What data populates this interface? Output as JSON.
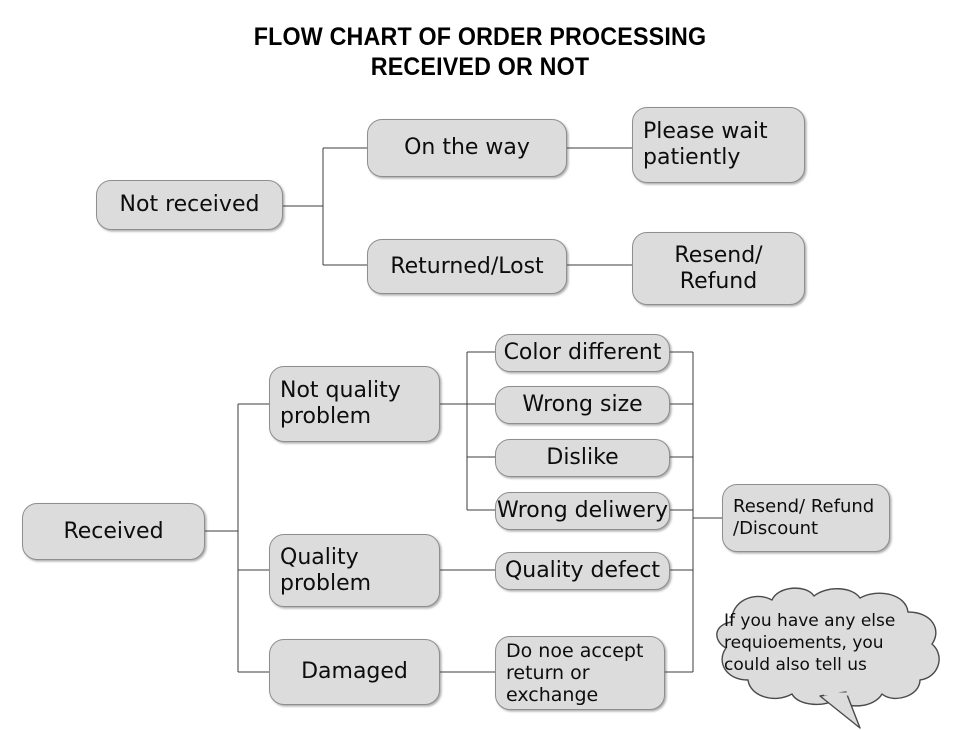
{
  "title": {
    "line1": "FLOW CHART OF ORDER PROCESSING",
    "line2": "RECEIVED OR NOT",
    "text": "FLOW CHART OF ORDER PROCESSING\nRECEIVED OR NOT"
  },
  "colors": {
    "node_fill": "#dcdcdc",
    "node_border": "#8e8e8e",
    "connector": "#3d3d3d",
    "text": "#0d0d0d",
    "background": "#ffffff"
  },
  "chart_data": {
    "type": "diagram",
    "title": "FLOW CHART OF ORDER PROCESSING RECEIVED OR NOT",
    "branches": [
      {
        "root": "Not received",
        "children": [
          {
            "label": "On the way",
            "result": "Please wait patiently"
          },
          {
            "label": "Returned/Lost",
            "result": "Resend/ Refund"
          }
        ]
      },
      {
        "root": "Received",
        "children": [
          {
            "label": "Not quality problem",
            "leaves": [
              "Color different",
              "Wrong size",
              "Dislike",
              "Wrong deliwery"
            ],
            "result": "Resend/ Refund /Discount"
          },
          {
            "label": "Quality problem",
            "leaves": [
              "Quality defect"
            ],
            "result": "Resend/ Refund /Discount"
          },
          {
            "label": "Damaged",
            "leaves": [
              "Do noe accept return or exchange"
            ],
            "result": "Resend/ Refund /Discount"
          }
        ]
      }
    ]
  },
  "nodes": {
    "not_received": "Not received",
    "on_the_way": "On the way",
    "please_wait": "Please wait\npatiently",
    "returned_lost": "Returned/Lost",
    "resend_refund": "Resend/\nRefund",
    "received": "Received",
    "not_quality_problem": "Not quality\nproblem",
    "quality_problem": "Quality\nproblem",
    "damaged": "Damaged",
    "color_different": "Color different",
    "wrong_size": "Wrong size",
    "dislike": "Dislike",
    "wrong_deliwery": "Wrong deliwery",
    "quality_defect": "Quality defect",
    "do_noe_accept": "Do noe accept\nreturn or\nexchange",
    "resend_refund_discount": "Resend/ Refund\n/Discount"
  },
  "callout": {
    "text": "If you have any else\nrequioements, you\ncould also tell us"
  }
}
